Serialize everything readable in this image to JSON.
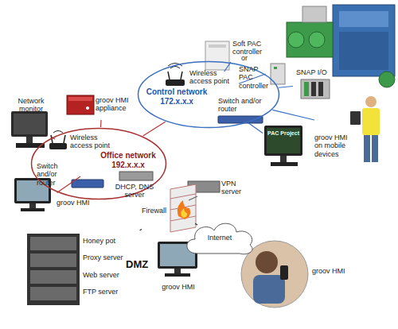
{
  "diagram": {
    "nodes": [
      {
        "text": [
          "Network monitor"
        ]
      },
      {
        "text": [
          "groov HMI appliance"
        ]
      },
      {
        "text": [
          "Control network 172.x.x.x"
        ]
      },
      {
        "text": [
          "Wireless access point"
        ],
        "in": 2
      },
      {
        "text": [
          "Switch and/or router"
        ],
        "in": 2
      },
      {
        "text": [
          "Soft PAC controller"
        ]
      },
      {
        "text": [
          "SNAP PAC controller"
        ]
      },
      {
        "text": [
          "SNAP I/O"
        ]
      },
      {
        "text": [
          "groov HMI on mobile devices"
        ]
      },
      {
        "text": [
          "PAC Project"
        ]
      },
      {
        "text": [
          "Office network 192.x.x.x"
        ]
      },
      {
        "text": [
          "Wireless access point"
        ],
        "in": 10
      },
      {
        "text": [
          "Switch and/or router"
        ],
        "in": 10
      },
      {
        "text": [
          "DHCP, DNS server"
        ],
        "in": 10
      },
      {
        "text": [
          "VPN server"
        ]
      },
      {
        "text": [
          "Firewall"
        ]
      },
      {
        "text": [
          "groov HMI"
        ]
      },
      {
        "text": [
          "Honey pot",
          "Proxy server",
          "Web server",
          "FTP server",
          "DMZ"
        ]
      },
      {
        "text": [
          "Internet"
        ]
      },
      {
        "text": [
          "groov HMI"
        ]
      },
      {
        "text": [
          "groov HMI"
        ]
      }
    ],
    "edges": [
      {
        "from": 0,
        "to": 10,
        "arrow": "none"
      },
      {
        "from": 1,
        "to": 10,
        "arrow": "none"
      },
      {
        "from": 1,
        "to": 2,
        "arrow": "none"
      },
      {
        "from": 10,
        "to": 2,
        "arrow": "none"
      },
      {
        "from": 2,
        "to": 5,
        "arrow": "none"
      },
      {
        "from": 2,
        "to": 6,
        "arrow": "none"
      },
      {
        "from": 2,
        "to": 7,
        "arrow": "none"
      },
      {
        "from": 2,
        "to": 8,
        "arrow": "none"
      },
      {
        "from": 2,
        "to": 9,
        "arrow": "none"
      },
      {
        "from": 16,
        "to": 10,
        "arrow": "none"
      },
      {
        "from": 10,
        "to": 15,
        "arrow": "none"
      },
      {
        "from": 14,
        "to": 15,
        "arrow": "none"
      },
      {
        "from": 15,
        "to": 17,
        "arrow": "none"
      },
      {
        "from": 15,
        "to": 18,
        "arrow": "none"
      },
      {
        "from": 18,
        "to": 19,
        "arrow": "none"
      },
      {
        "from": 18,
        "to": 20,
        "arrow": "none"
      }
    ],
    "labels": [
      "or"
    ]
  }
}
